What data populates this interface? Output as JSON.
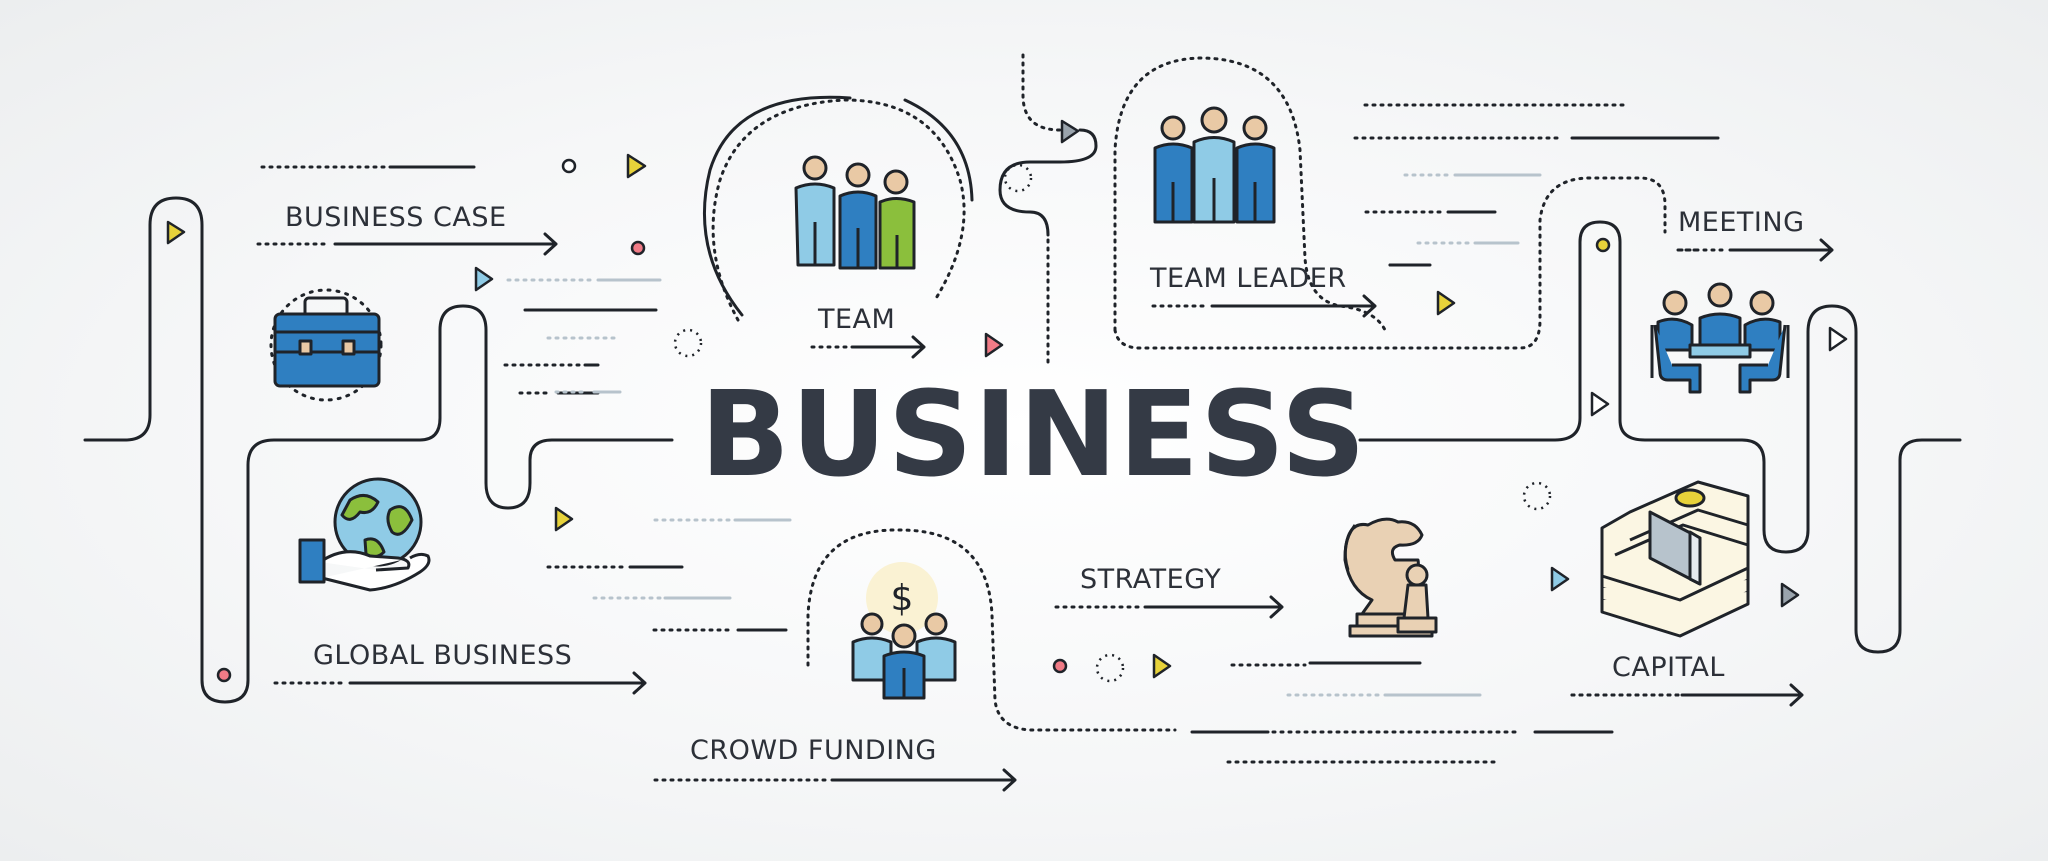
{
  "title": "BUSINESS",
  "topics": [
    {
      "label": "BUSINESS CASE",
      "icon": "briefcase-icon"
    },
    {
      "label": "TEAM",
      "icon": "team-icon"
    },
    {
      "label": "TEAM LEADER",
      "icon": "team-leader-icon"
    },
    {
      "label": "MEETING",
      "icon": "meeting-icon"
    },
    {
      "label": "GLOBAL BUSINESS",
      "icon": "globe-hand-icon"
    },
    {
      "label": "CROWD FUNDING",
      "icon": "crowd-funding-icon"
    },
    {
      "label": "STRATEGY",
      "icon": "chess-knight-icon"
    },
    {
      "label": "CAPITAL",
      "icon": "money-stack-icon"
    }
  ],
  "colors": {
    "line": "#1f2329",
    "text": "#343a45",
    "blue": "#2f7fc1",
    "light_blue": "#8fcbe6",
    "green": "#8bbf3c",
    "skin": "#e9c9a5",
    "yellow": "#e7d23a",
    "pink": "#f07b86",
    "gray": "#b7c3cc"
  }
}
